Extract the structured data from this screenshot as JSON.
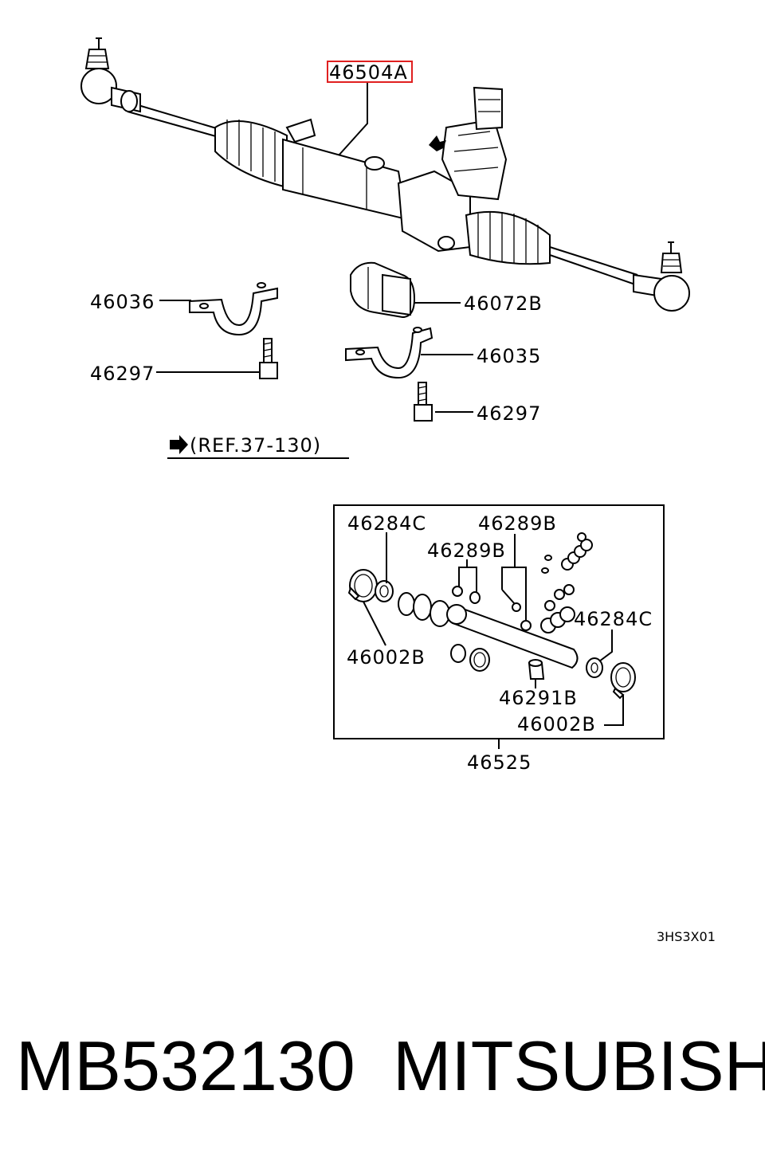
{
  "diagram": {
    "callouts": {
      "steering_gear": "46504A",
      "bracket_left": "46036",
      "bushing": "46072B",
      "bracket_right": "46035",
      "bolt_left": "46297",
      "bolt_right": "46297",
      "reference": "(REF.37-130)"
    },
    "kit": {
      "number": "46525",
      "parts": {
        "seal_left": "46284C",
        "orings_top": "46289B",
        "orings_mid": "46289B",
        "seal_right": "46284C",
        "clamp_left": "46002B",
        "bushing": "46291B",
        "clamp_right": "46002B"
      }
    },
    "figure_code": "3HS3X01"
  },
  "footer": {
    "part_number": "MB532130",
    "brand": "MITSUBISHI"
  },
  "colors": {
    "ink": "#000000",
    "highlight_box": "#e02020"
  }
}
